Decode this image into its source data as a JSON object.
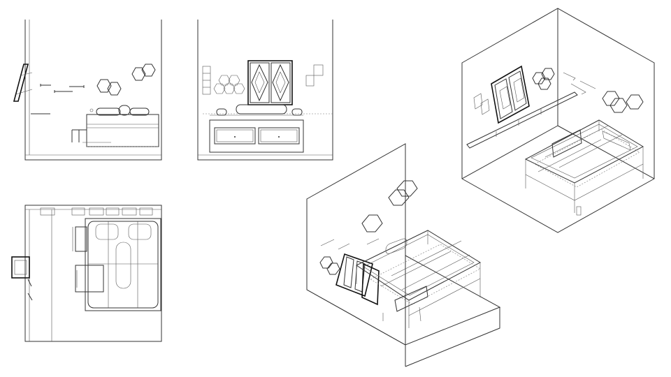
{
  "drawing": {
    "line_color": "#333333",
    "background": "#ffffff",
    "views": [
      {
        "id": "side-elevation-left",
        "kind": "elevation"
      },
      {
        "id": "front-elevation",
        "kind": "elevation"
      },
      {
        "id": "plan-view",
        "kind": "plan"
      },
      {
        "id": "isometric-front",
        "kind": "isometric"
      },
      {
        "id": "isometric-back",
        "kind": "isometric"
      }
    ]
  }
}
